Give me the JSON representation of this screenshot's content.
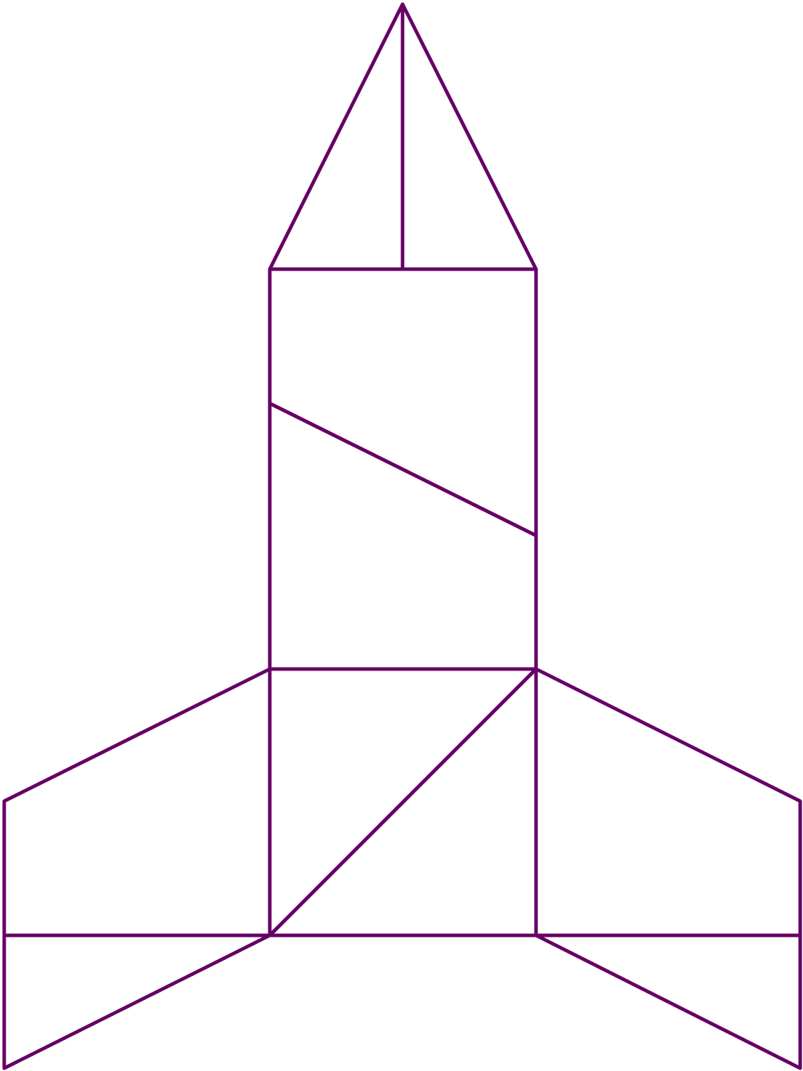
{
  "figure": {
    "kind": "tangram-style rocket outline",
    "stroke_color": "#660066",
    "background_color": "#ffffff",
    "pieces": [
      {
        "id": "nose-left-triangle",
        "shape": "triangle"
      },
      {
        "id": "nose-right-triangle",
        "shape": "triangle"
      },
      {
        "id": "body-upper-trapezoid",
        "shape": "trapezoid"
      },
      {
        "id": "body-middle-trapezoid",
        "shape": "trapezoid"
      },
      {
        "id": "body-lower-left-triangle",
        "shape": "triangle"
      },
      {
        "id": "body-lower-right-triangle",
        "shape": "triangle"
      },
      {
        "id": "left-wing-upper-trapezoid",
        "shape": "trapezoid"
      },
      {
        "id": "left-wing-lower-triangle",
        "shape": "triangle"
      },
      {
        "id": "right-wing-upper-trapezoid",
        "shape": "trapezoid"
      },
      {
        "id": "right-wing-lower-triangle",
        "shape": "triangle"
      }
    ]
  }
}
